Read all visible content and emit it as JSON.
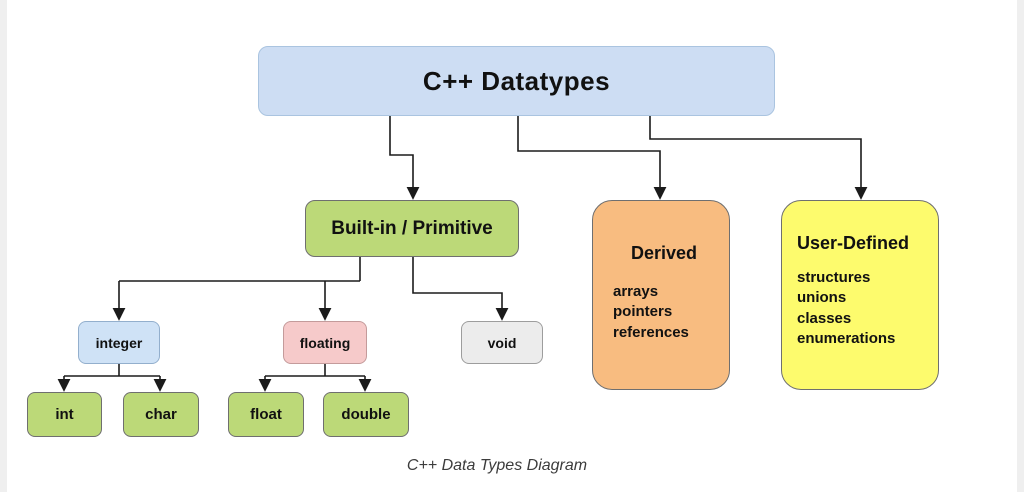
{
  "diagram": {
    "root": {
      "label": "C++ Datatypes",
      "color": "#cdddf3"
    },
    "builtin": {
      "label": "Built-in / Primitive",
      "color": "#bcd978"
    },
    "derived": {
      "title": "Derived",
      "items": [
        "arrays",
        "pointers",
        "references"
      ],
      "color": "#f8bc80"
    },
    "user_defined": {
      "title": "User-Defined",
      "items": [
        "structures",
        "unions",
        "classes",
        "enumerations"
      ],
      "color": "#fdfb6d"
    },
    "integer": {
      "label": "integer",
      "color": "#cfe2f6"
    },
    "floating": {
      "label": "floating",
      "color": "#f6caca"
    },
    "void": {
      "label": "void",
      "color": "#ececec"
    },
    "int": {
      "label": "int",
      "color": "#bcd978"
    },
    "char": {
      "label": "char",
      "color": "#bcd978"
    },
    "float": {
      "label": "float",
      "color": "#bcd978"
    },
    "double": {
      "label": "double",
      "color": "#bcd978"
    },
    "caption": "C++ Data Types Diagram",
    "line_color": "#1b1b1b"
  }
}
